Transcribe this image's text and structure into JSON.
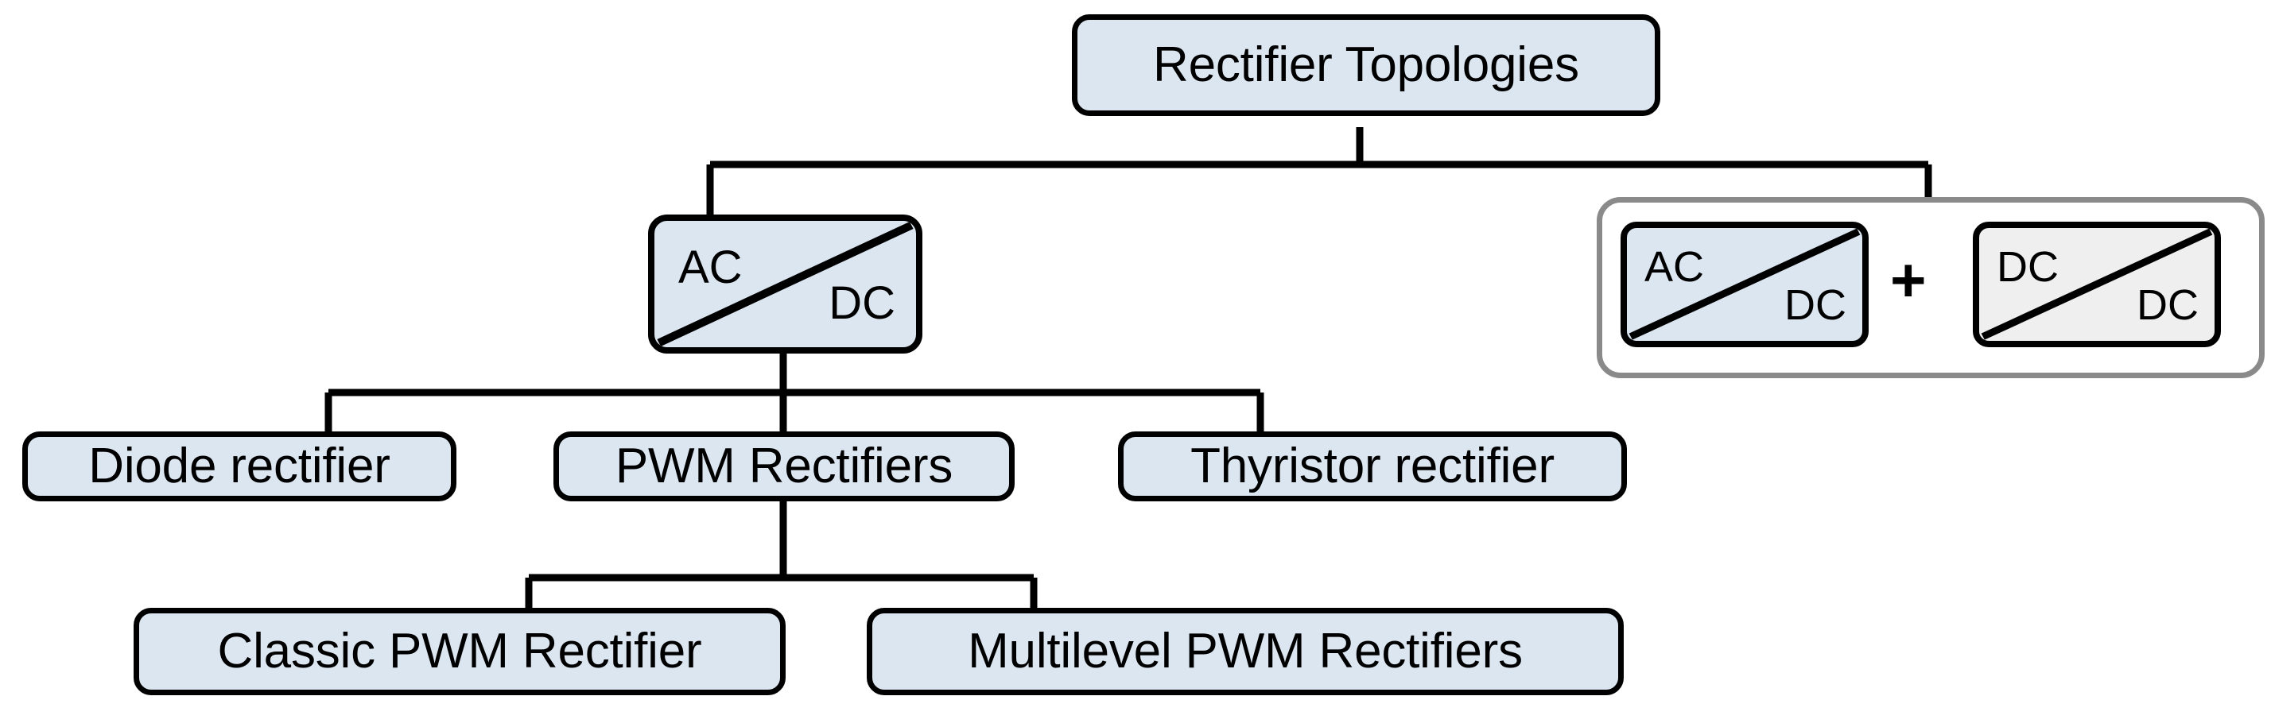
{
  "diagram": {
    "title_node": "Rectifier Topologies",
    "colors": {
      "node_fill": "#dce6f1",
      "node_border": "#000000",
      "alt_fill": "#efefef",
      "group_border": "#8a8a8a",
      "background": "#ffffff",
      "wire": "#000000"
    },
    "nodes": {
      "root": {
        "label": "Rectifier Topologies"
      },
      "ac_dc_converter": {
        "top_label": "AC",
        "bottom_label": "DC"
      },
      "diode": {
        "label": "Diode rectifier"
      },
      "pwm": {
        "label": "PWM Rectifiers"
      },
      "thyristor": {
        "label": "Thyristor rectifier"
      },
      "classic_pwm": {
        "label": "Classic PWM Rectifier"
      },
      "multilevel_pwm": {
        "label": "Multilevel PWM Rectifiers"
      },
      "combo": {
        "operator": "+",
        "left": {
          "top_label": "AC",
          "bottom_label": "DC"
        },
        "right": {
          "top_label": "DC",
          "bottom_label": "DC"
        }
      }
    },
    "edges": [
      {
        "from": "root",
        "to": "ac_dc_converter"
      },
      {
        "from": "root",
        "to": "combo"
      },
      {
        "from": "ac_dc_converter",
        "to": "diode"
      },
      {
        "from": "ac_dc_converter",
        "to": "pwm"
      },
      {
        "from": "ac_dc_converter",
        "to": "thyristor"
      },
      {
        "from": "pwm",
        "to": "classic_pwm"
      },
      {
        "from": "pwm",
        "to": "multilevel_pwm"
      }
    ]
  }
}
